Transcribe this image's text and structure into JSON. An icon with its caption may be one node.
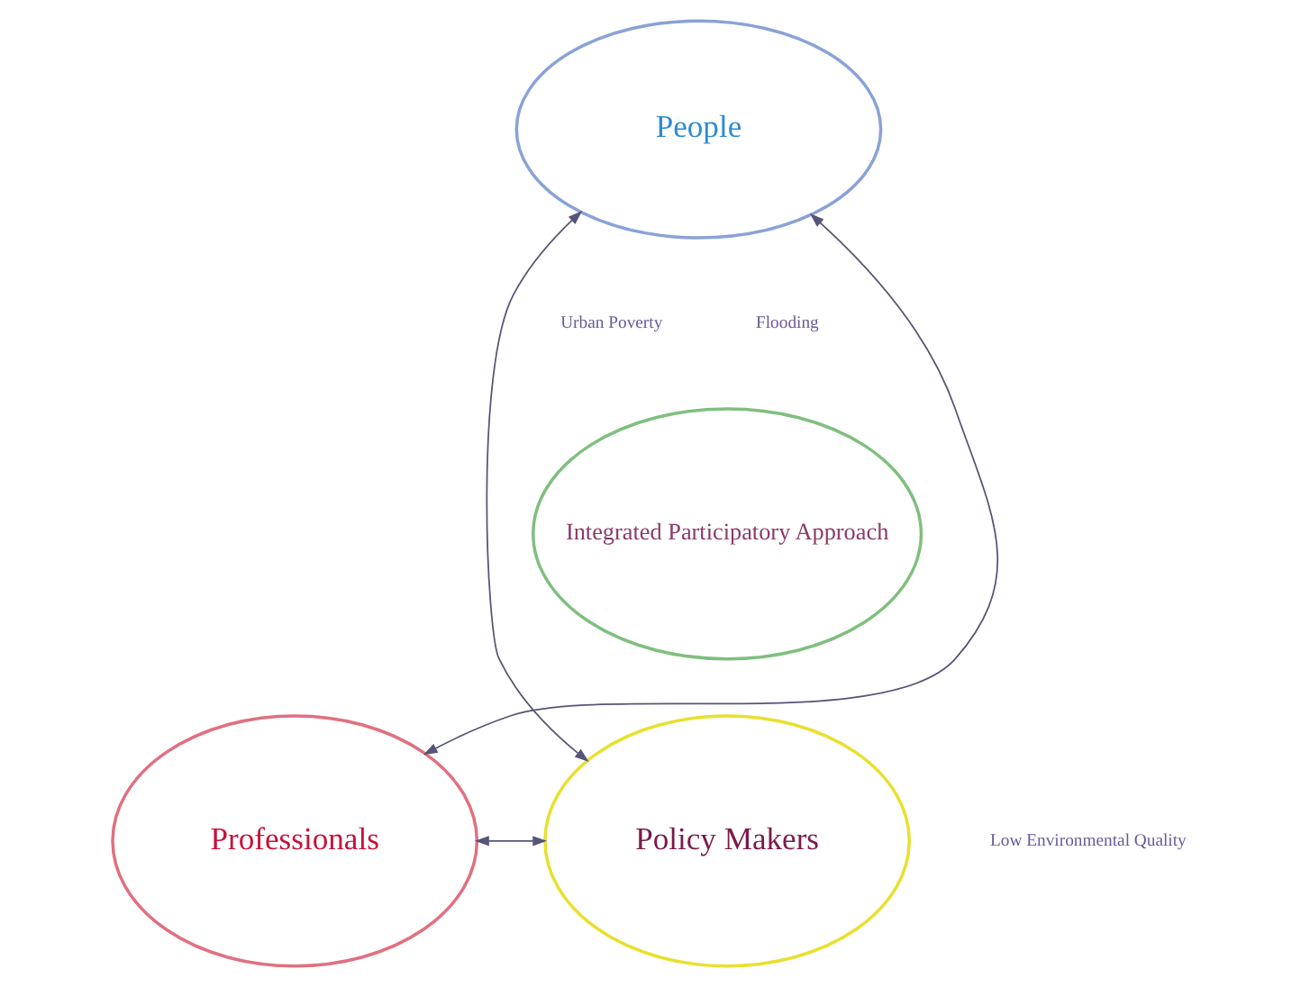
{
  "diagram": {
    "nodes": [
      {
        "text": [
          "People"
        ]
      },
      {
        "text": [
          "Integrated Participatory Approach"
        ]
      },
      {
        "text": [
          "Professionals"
        ]
      },
      {
        "text": [
          "Policy Makers"
        ]
      }
    ],
    "edges": [
      {
        "from": 2,
        "to": 0,
        "arrow": "both"
      },
      {
        "from": 0,
        "to": 3,
        "arrow": "both"
      },
      {
        "from": 2,
        "to": 3,
        "arrow": "both"
      }
    ],
    "labels": [
      "Urban Poverty",
      "Flooding",
      "Low Environmental Quality"
    ]
  }
}
